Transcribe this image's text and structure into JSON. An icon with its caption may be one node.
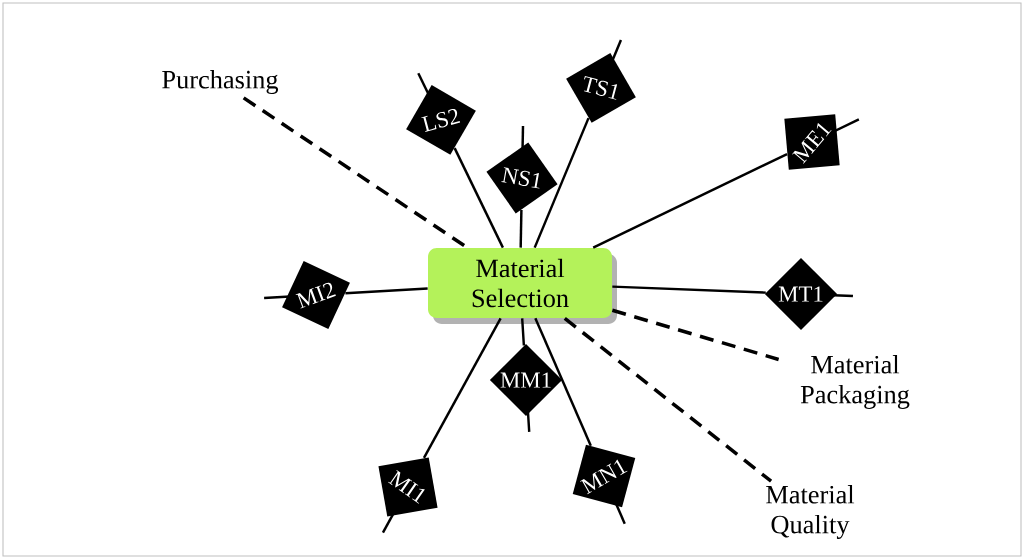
{
  "diagram": {
    "nodes": [
      {
        "text": [
          "Purchasing"
        ]
      },
      {
        "text": [
          "TS1"
        ]
      },
      {
        "text": [
          "LS2"
        ]
      },
      {
        "text": [
          "ME1"
        ]
      },
      {
        "text": [
          "NS1"
        ]
      },
      {
        "text": [
          "Material Selection"
        ]
      },
      {
        "text": [
          "MI2"
        ]
      },
      {
        "text": [
          "MT1"
        ]
      },
      {
        "text": [
          "Material Packaging"
        ]
      },
      {
        "text": [
          "MM1"
        ]
      },
      {
        "text": [
          "MI1"
        ]
      },
      {
        "text": [
          "MN1"
        ]
      },
      {
        "text": [
          "Material Quality"
        ]
      }
    ],
    "edges": [
      {
        "from": 0,
        "to": 5,
        "arrow": "none",
        "style": "dashed"
      },
      {
        "from": 5,
        "to": 1,
        "arrow": "none"
      },
      {
        "from": 5,
        "to": 2,
        "arrow": "none"
      },
      {
        "from": 5,
        "to": 3,
        "arrow": "none"
      },
      {
        "from": 5,
        "to": 4,
        "arrow": "none"
      },
      {
        "from": 5,
        "to": 6,
        "arrow": "none"
      },
      {
        "from": 5,
        "to": 7,
        "arrow": "none"
      },
      {
        "from": 5,
        "to": 8,
        "arrow": "none",
        "style": "dashed"
      },
      {
        "from": 5,
        "to": 9,
        "arrow": "none"
      },
      {
        "from": 5,
        "to": 10,
        "arrow": "none"
      },
      {
        "from": 5,
        "to": 11,
        "arrow": "none"
      },
      {
        "from": 5,
        "to": 12,
        "arrow": "none",
        "style": "dashed"
      }
    ]
  }
}
